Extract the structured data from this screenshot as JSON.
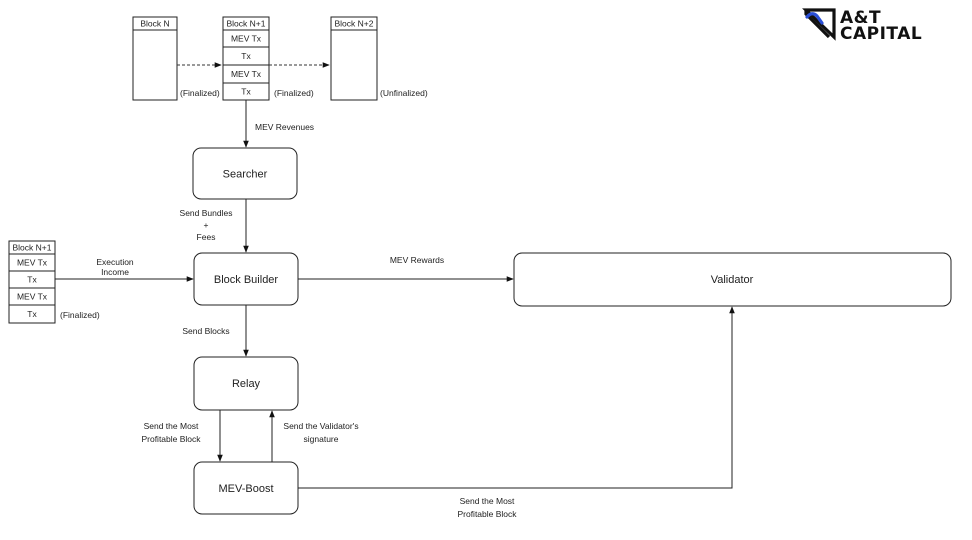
{
  "logo": {
    "line1": "A&T",
    "line2": "CAPITAL",
    "accent_color": "#2a4fd6",
    "text_color": "#111111"
  },
  "chain_top": {
    "blocks": [
      {
        "title": "Block N",
        "rows": [],
        "status": "(Finalized)"
      },
      {
        "title": "Block N+1",
        "rows": [
          "MEV Tx",
          "Tx",
          "MEV Tx",
          "Tx"
        ],
        "status": "(Finalized)"
      },
      {
        "title": "Block N+2",
        "rows": [],
        "status": "(Unfinalized)"
      }
    ]
  },
  "chain_left": {
    "title": "Block N+1",
    "rows": [
      "MEV Tx",
      "Tx",
      "MEV Tx",
      "Tx"
    ],
    "status": "(Finalized)"
  },
  "nodes": {
    "searcher": "Searcher",
    "block_builder": "Block Builder",
    "relay": "Relay",
    "mev_boost": "MEV-Boost",
    "validator": "Validator"
  },
  "edges": {
    "mev_revenues": "MEV Revenues",
    "send_bundles": [
      "Send Bundles",
      "+",
      "Fees"
    ],
    "execution_income": [
      "Execution",
      "Income"
    ],
    "mev_rewards": "MEV Rewards",
    "send_blocks": "Send Blocks",
    "send_most_profitable_relay": [
      "Send the Most",
      "Profitable Block"
    ],
    "send_validator_signature": [
      "Send the Validator's",
      "signature"
    ],
    "send_most_profitable_validator": [
      "Send the Most",
      "Profitable Block"
    ]
  }
}
